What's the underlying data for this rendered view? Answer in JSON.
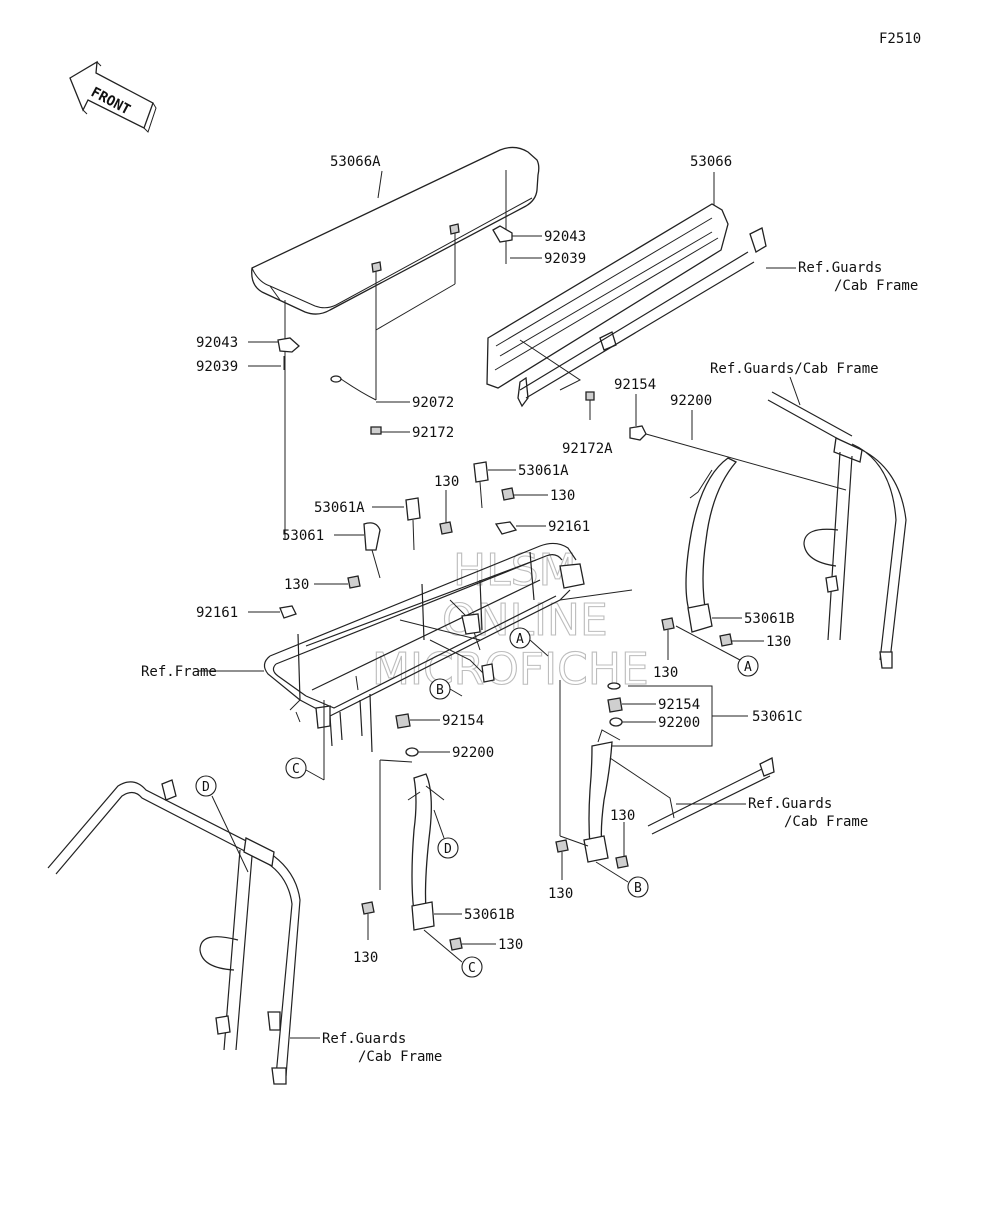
{
  "figure_code": "F2510",
  "front_arrow": {
    "label": "FRONT",
    "icon": "front-direction-arrow-icon"
  },
  "watermark": [
    "HLSM",
    "ONLINE",
    "MICROFICHE"
  ],
  "parts": {
    "p53066A": "53066A",
    "p53066": "53066",
    "p92043_top": "92043",
    "p92039_top": "92039",
    "p92043_left": "92043",
    "p92039_left": "92039",
    "p92072": "92072",
    "p92172": "92172",
    "p92172A": "92172A",
    "p92154_upper": "92154",
    "p92200_upper": "92200",
    "p53061A_upper": "53061A",
    "p53061A_mid": "53061A",
    "p130_a": "130",
    "p130_b": "130",
    "p92161_right": "92161",
    "p53061": "53061",
    "p130_c": "130",
    "p92161_left": "92161",
    "p53061B_right": "53061B",
    "p130_d": "130",
    "p130_e": "130",
    "p92154_mid": "92154",
    "p92200_mid": "92200",
    "p53061C": "53061C",
    "p92154_lower": "92154",
    "p92200_lower": "92200",
    "p130_f": "130",
    "p130_g": "130",
    "p53061B_lower": "53061B",
    "p130_h": "130",
    "p130_i": "130"
  },
  "references": {
    "ref_guards_top_1": "Ref.Guards",
    "ref_guards_top_2": "/Cab Frame",
    "ref_guards_right": "Ref.Guards/Cab Frame",
    "ref_frame": "Ref.Frame",
    "ref_guards_mid_1": "Ref.Guards",
    "ref_guards_mid_2": "/Cab Frame",
    "ref_guards_bottom_1": "Ref.Guards",
    "ref_guards_bottom_2": "/Cab Frame"
  },
  "callouts": {
    "a1": "A",
    "a2": "A",
    "b1": "B",
    "b2": "B",
    "c1": "C",
    "c2": "C",
    "d1": "D",
    "d2": "D"
  }
}
